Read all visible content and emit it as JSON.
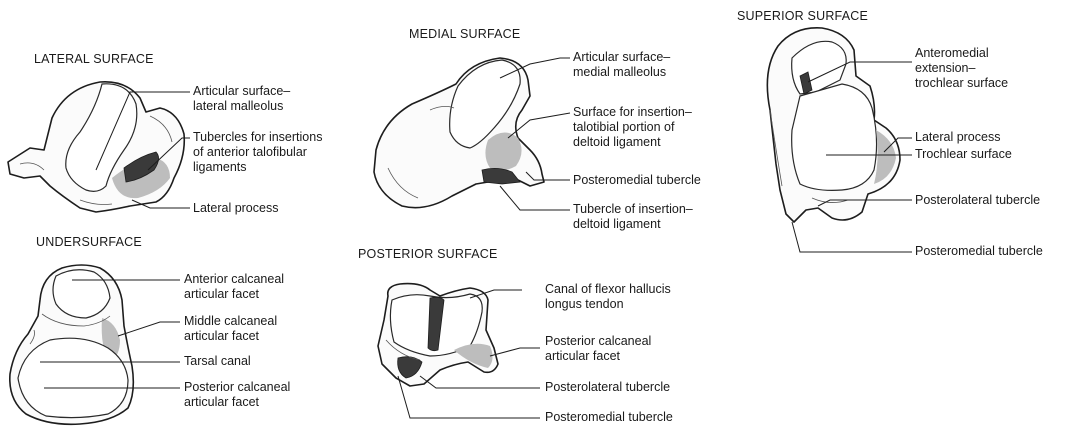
{
  "lateral": {
    "title": "LATERAL SURFACE",
    "labels": [
      [
        "Articular surface–",
        "lateral malleolus"
      ],
      [
        "Tubercles for insertions",
        "of anterior talofibular",
        "ligaments"
      ],
      [
        "Lateral process"
      ]
    ]
  },
  "medial": {
    "title": "MEDIAL SURFACE",
    "labels": [
      [
        "Articular surface–",
        "medial malleolus"
      ],
      [
        "Surface for insertion–",
        "talotibial portion of",
        "deltoid ligament"
      ],
      [
        "Posteromedial tubercle"
      ],
      [
        "Tubercle of insertion–",
        "deltoid ligament"
      ]
    ]
  },
  "superior": {
    "title": "SUPERIOR SURFACE",
    "labels": [
      [
        "Anteromedial",
        "extension–",
        "trochlear surface"
      ],
      [
        "Lateral process"
      ],
      [
        "Trochlear surface"
      ],
      [
        "Posterolateral tubercle"
      ],
      [
        "Posteromedial tubercle"
      ]
    ]
  },
  "under": {
    "title": "UNDERSURFACE",
    "labels": [
      [
        "Anterior calcaneal",
        "articular facet"
      ],
      [
        "Middle calcaneal",
        "articular facet"
      ],
      [
        "Tarsal canal"
      ],
      [
        "Posterior calcaneal",
        "articular facet"
      ]
    ]
  },
  "posterior": {
    "title": "POSTERIOR SURFACE",
    "labels": [
      [
        "Canal of flexor hallucis",
        "longus tendon"
      ],
      [
        "Posterior calcaneal",
        "articular facet"
      ],
      [
        "Posterolateral tubercle"
      ],
      [
        "Posteromedial tubercle"
      ]
    ]
  }
}
